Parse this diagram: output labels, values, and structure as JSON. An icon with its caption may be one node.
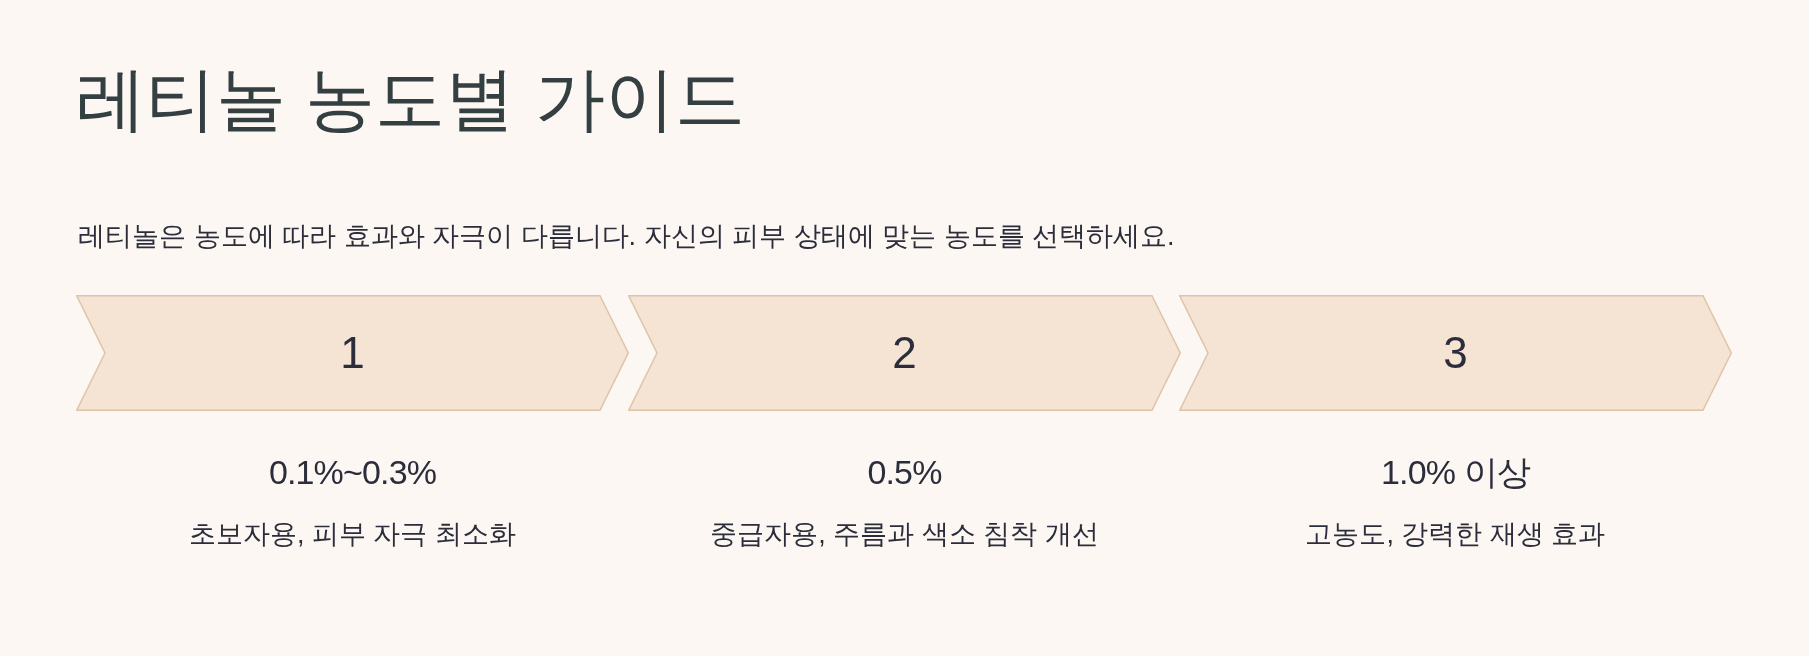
{
  "diagram": {
    "title": "레티놀 농도별 가이드",
    "nodes": [
      {
        "text": [
          "1"
        ],
        "beside": [
          "0.1%~0.3%",
          "초보자용, 피부 자극 최소화"
        ]
      },
      {
        "text": [
          "2"
        ],
        "beside": [
          "0.5%",
          "중급자용, 주름과 색소 침착 개선"
        ]
      },
      {
        "text": [
          "3"
        ],
        "beside": [
          "1.0% 이상",
          "고농도, 강력한 재생 효과"
        ]
      }
    ],
    "labels": [
      "레티놀은 농도에 따라 효과와 자극이 다릅니다. 자신의 피부 상태에 맞는 농도를 선택하세요."
    ]
  }
}
